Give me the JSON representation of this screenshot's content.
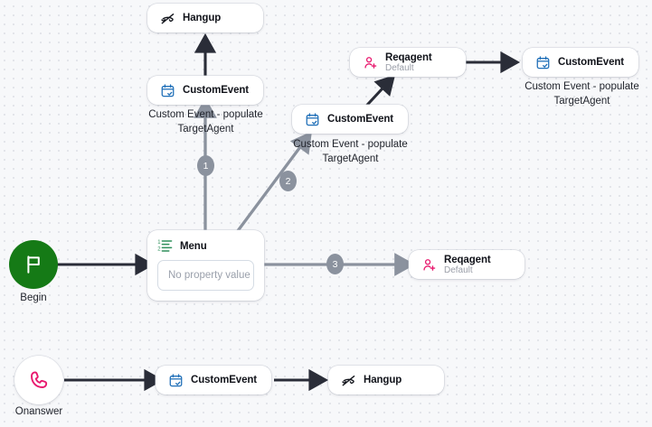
{
  "canvas": {
    "background_color": "#f7f8fa",
    "dot_grid_color": "#e3e5ea",
    "dark_edge_color": "#2a2d38",
    "gray_edge_color": "#8b929e",
    "badge_color": "#8b929e"
  },
  "nodes": {
    "hangup_top": {
      "title": "Hangup",
      "icon": "hangup-phone-icon"
    },
    "custom_event_left": {
      "title": "CustomEvent",
      "icon": "calendar-check-icon"
    },
    "custom_event_middle": {
      "title": "CustomEvent",
      "icon": "calendar-check-icon"
    },
    "custom_event_right": {
      "title": "CustomEvent",
      "icon": "calendar-check-icon"
    },
    "reqagent_top": {
      "title": "Reqagent",
      "subtitle": "Default",
      "icon": "agent-person-add-icon"
    },
    "reqagent_mid": {
      "title": "Reqagent",
      "subtitle": "Default",
      "icon": "agent-person-add-icon"
    },
    "menu": {
      "title": "Menu",
      "icon": "numbered-list-icon",
      "property_placeholder": "No property value"
    },
    "begin": {
      "label": "Begin",
      "icon": "flag-icon",
      "color": "#157a16"
    },
    "onanswer": {
      "label": "Onanswer",
      "icon": "phone-icon",
      "color": "#e8196e"
    },
    "custom_event_bottom": {
      "title": "CustomEvent",
      "icon": "calendar-check-icon"
    },
    "hangup_bottom": {
      "title": "Hangup",
      "icon": "hangup-phone-icon"
    }
  },
  "edge_labels": {
    "left": "Custom Event - populate TargetAgent",
    "middle": "Custom Event - populate TargetAgent",
    "right": "Custom Event - populate TargetAgent"
  },
  "badges": {
    "one": "1",
    "two": "2",
    "three": "3"
  }
}
